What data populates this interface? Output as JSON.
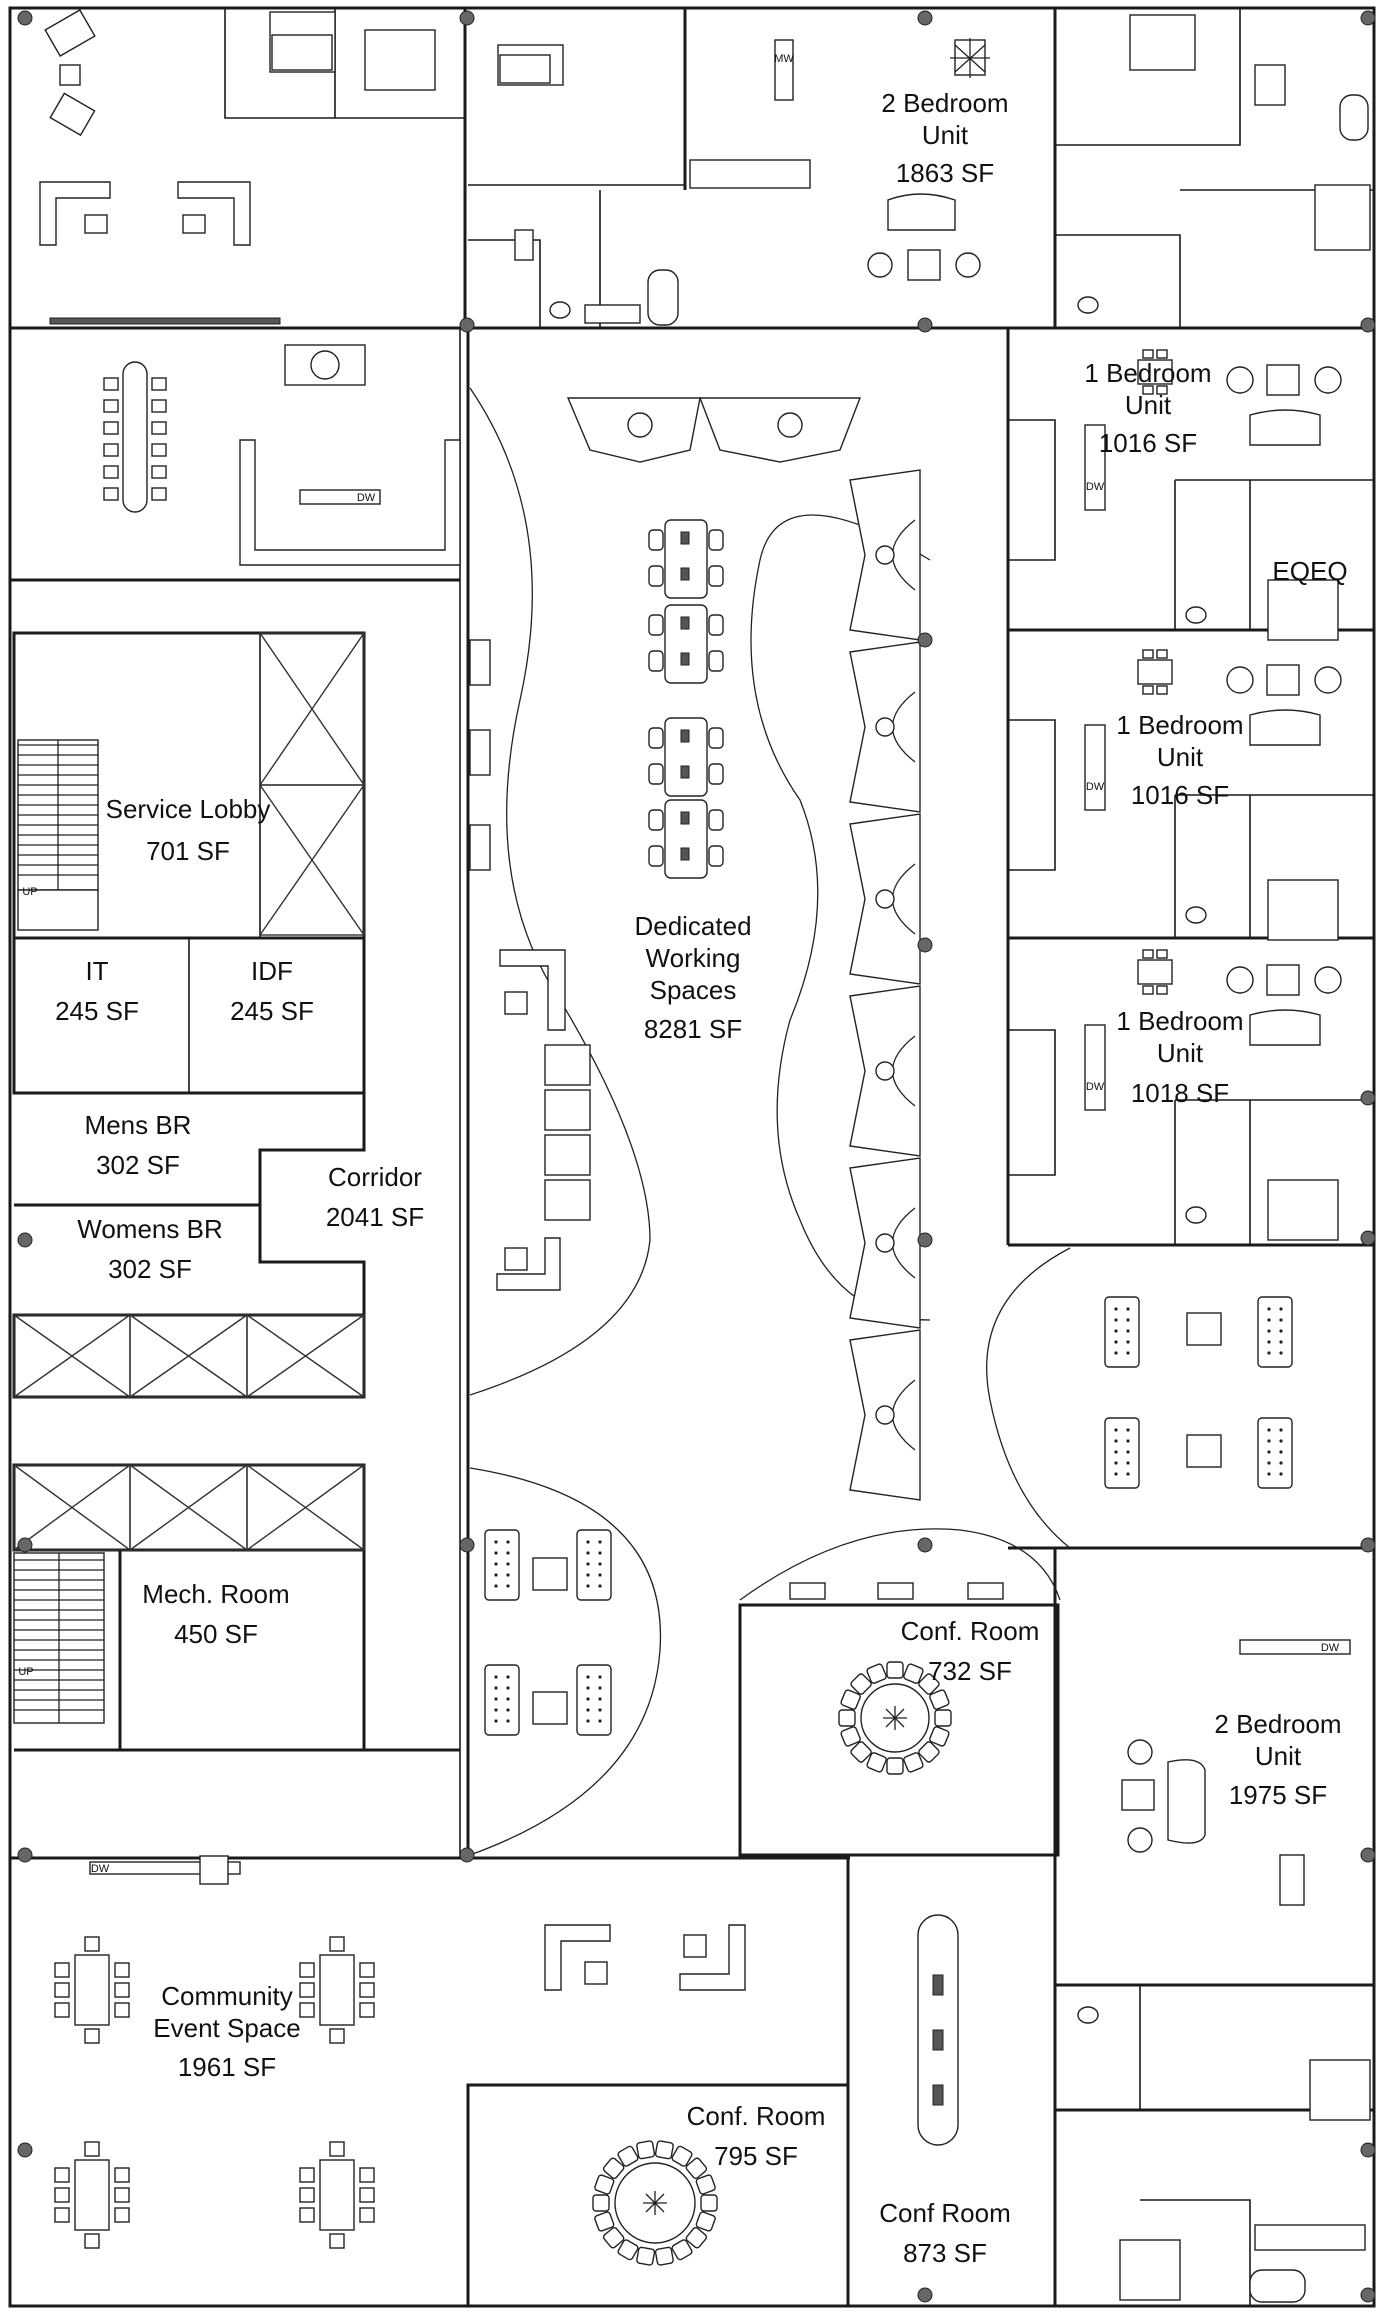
{
  "rooms": [
    {
      "id": "unit-2br-north",
      "lines": [
        "2 Bedroom",
        "Unit",
        "1863 SF"
      ]
    },
    {
      "id": "unit-1br-a",
      "lines": [
        "1 Bedroom",
        "Unit",
        "1016 SF"
      ]
    },
    {
      "id": "equipment",
      "lines": [
        "EQEQ"
      ]
    },
    {
      "id": "unit-1br-b",
      "lines": [
        "1 Bedroom",
        "Unit",
        "1016 SF"
      ]
    },
    {
      "id": "unit-1br-c",
      "lines": [
        "1 Bedroom",
        "Unit",
        "1018 SF"
      ]
    },
    {
      "id": "service-lobby",
      "lines": [
        "Service Lobby",
        "701 SF"
      ]
    },
    {
      "id": "it",
      "lines": [
        "IT",
        "245 SF"
      ]
    },
    {
      "id": "idf",
      "lines": [
        "IDF",
        "245 SF"
      ]
    },
    {
      "id": "mens-br",
      "lines": [
        "Mens BR",
        "302 SF"
      ]
    },
    {
      "id": "corridor",
      "lines": [
        "Corridor",
        "2041 SF"
      ]
    },
    {
      "id": "womens-br",
      "lines": [
        "Womens BR",
        "302 SF"
      ]
    },
    {
      "id": "dedicated-working",
      "lines": [
        "Dedicated",
        "Working",
        "Spaces",
        "8281 SF"
      ]
    },
    {
      "id": "mech-room",
      "lines": [
        "Mech. Room",
        "450 SF"
      ]
    },
    {
      "id": "conf-room-732",
      "lines": [
        "Conf. Room",
        "732 SF"
      ]
    },
    {
      "id": "unit-2br-east",
      "lines": [
        "2 Bedroom",
        "Unit",
        "1975 SF"
      ]
    },
    {
      "id": "community-event",
      "lines": [
        "Community",
        "Event Space",
        "1961 SF"
      ]
    },
    {
      "id": "conf-room-795",
      "lines": [
        "Conf. Room",
        "795 SF"
      ]
    },
    {
      "id": "conf-room-873",
      "lines": [
        "Conf Room",
        "873 SF"
      ]
    }
  ],
  "tags": {
    "dishwasher": "DW",
    "microwave": "MW",
    "stair_up": "UP"
  }
}
